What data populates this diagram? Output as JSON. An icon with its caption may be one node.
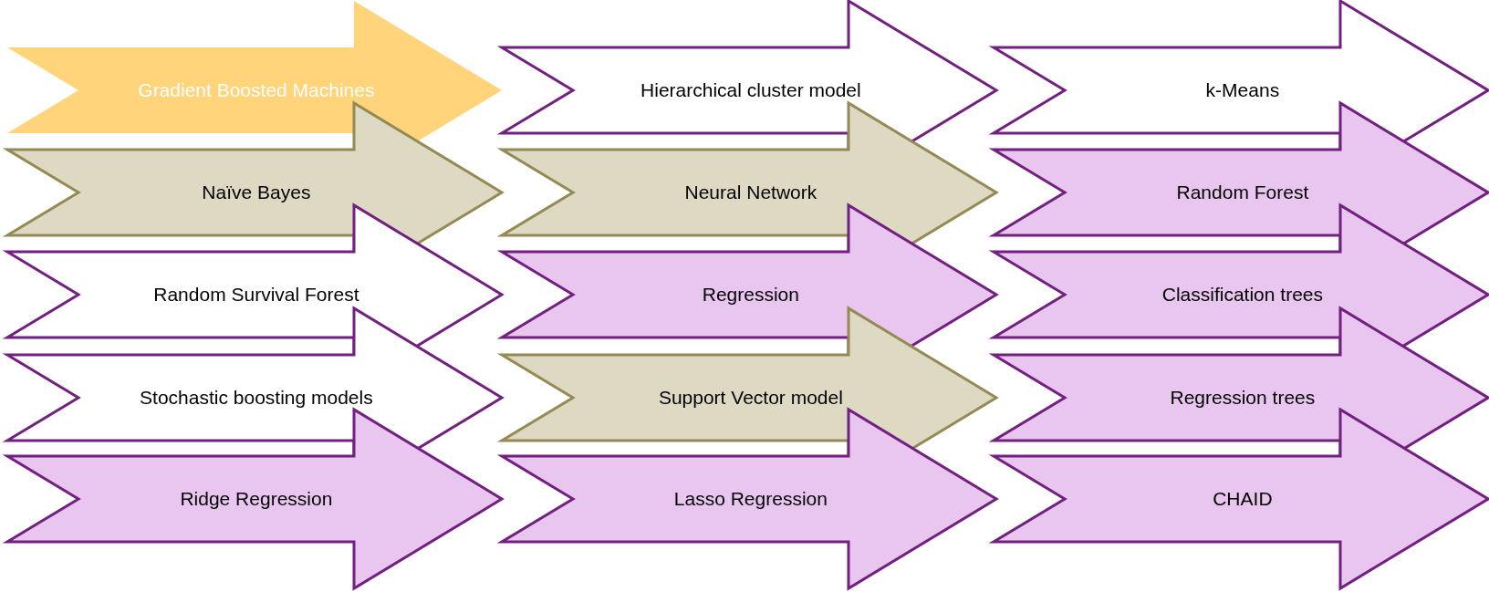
{
  "diagram": {
    "nodes": [
      {
        "text": [
          "Gradient Boosted Machines"
        ]
      },
      {
        "text": [
          "Hierarchical cluster model"
        ]
      },
      {
        "text": [
          "k-Means"
        ]
      },
      {
        "text": [
          "Naïve Bayes"
        ]
      },
      {
        "text": [
          "Neural Network"
        ]
      },
      {
        "text": [
          "Random Forest"
        ]
      },
      {
        "text": [
          "Random Survival Forest"
        ]
      },
      {
        "text": [
          "Regression"
        ]
      },
      {
        "text": [
          "Classification trees"
        ]
      },
      {
        "text": [
          "Stochastic boosting models"
        ]
      },
      {
        "text": [
          "Support Vector model"
        ]
      },
      {
        "text": [
          "Regression trees"
        ]
      },
      {
        "text": [
          "Ridge Regression"
        ]
      },
      {
        "text": [
          "Lasso Regression"
        ]
      },
      {
        "text": [
          "CHAID"
        ]
      }
    ]
  }
}
